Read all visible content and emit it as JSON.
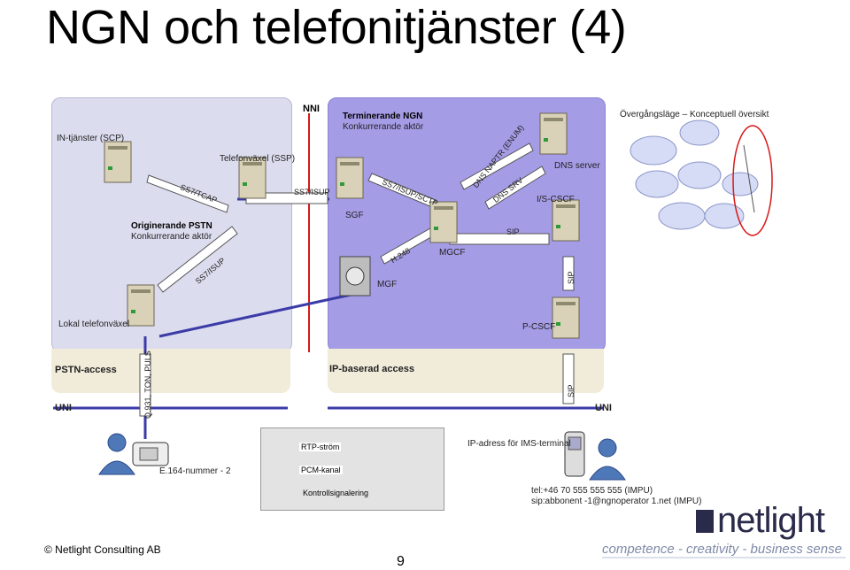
{
  "title": "NGN och telefonitjänster (4)",
  "nni": "NNI",
  "in_services": "IN-tjänster (SCP)",
  "telefonvaxel": "Telefonväxel (SSP)",
  "orig_pstn_title": "Originerande PSTN",
  "orig_pstn_sub": "Konkurrerande aktör",
  "term_ngn_title": "Terminerande NGN",
  "term_ngn_sub": "Konkurrerande aktör",
  "transition": "Övergångsläge – Konceptuell översikt",
  "lokal_telefonvaxel": "Lokal telefonväxel",
  "links": {
    "ss7_tcap": "SS7/TCAP",
    "ss7_isup_a": "SS7/ISUP",
    "ss7_isup_b": "SS7/ISUP",
    "ss7_isup_sctp": "SS7/ISUP/SCTP",
    "h248": "H.248",
    "sip_mgcf": "SIP",
    "sip_icscf": "SIP",
    "sip_uni": "SIP",
    "dns_naptr": "DNS NAPTR (ENUM)",
    "dns_srv": "DNS SRV",
    "q931": "Q.931, TON, PULS"
  },
  "nodes": {
    "sgf": "SGF",
    "mgcf": "MGCF",
    "mgf": "MGF",
    "dns_server": "DNS server",
    "icscf": "I/S-CSCF",
    "pcscf": "P-CSCF"
  },
  "pstn_access": "PSTN-access",
  "ip_access": "IP-baserad access",
  "uni_left": "UNI",
  "uni_right": "UNI",
  "legend": {
    "rtp": "RTP-ström",
    "pcm": "PCM-kanal",
    "control": "Kontrollsignalering"
  },
  "e164": "E.164-nummer - 2",
  "ip_address_label": "IP-adress för IMS-terminal",
  "impu_tel": "tel:+46 70 555 555 555   (IMPU)",
  "impu_sip": "sip:abbonent -1@ngnoperator 1.net  (IMPU)",
  "slide_number": "9",
  "footer": "© Netlight Consulting AB",
  "logo": "netlight",
  "tagline": "competence - creativity - business sense",
  "colors": {
    "pstn_panel": "#dcdcef",
    "ip_panel": "#a59ce6",
    "access_band": "#f1ebd9",
    "pcm_line": "#3b3ba8",
    "nni_line": "#d81818"
  }
}
